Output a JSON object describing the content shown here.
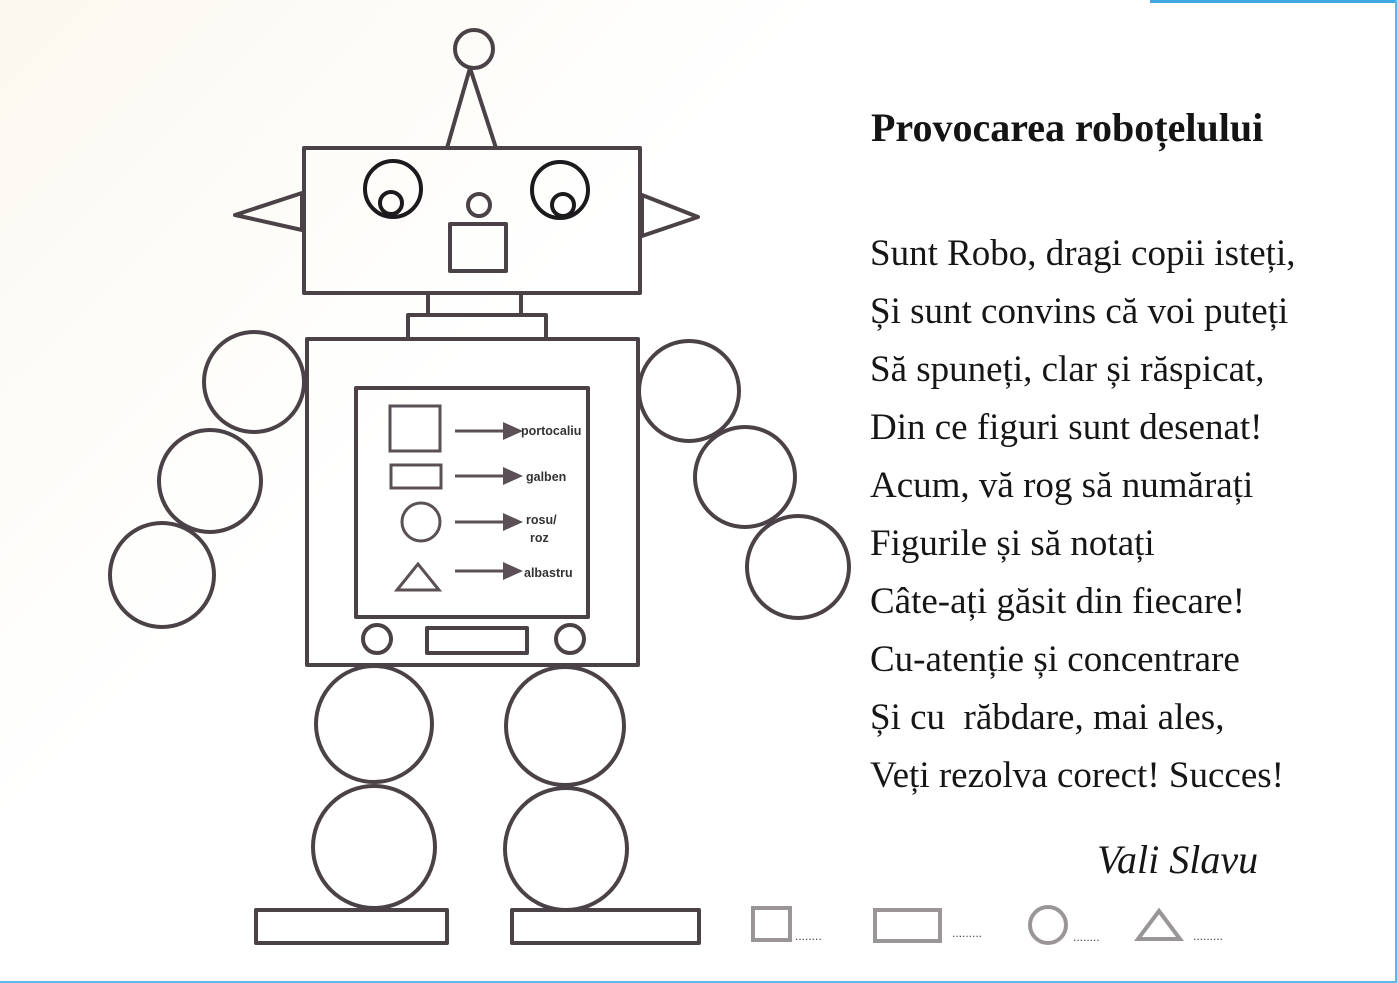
{
  "title": "Provocarea roboțelului",
  "poem": [
    "Sunt Robo, dragi copii isteți,",
    "Și sunt convins că voi puteți",
    "Să spuneți, clar și răspicat,",
    "Din ce figuri sunt desenat!",
    "Acum, vă rog să numărați",
    "Figurile și să notați",
    "Câte-ați găsit din fiecare!",
    "Cu-atenție și concentrare",
    "Și cu  răbdare, mai ales,",
    "Veți rezolva corect! Succes!"
  ],
  "signature": "Vali Slavu",
  "legend": [
    {
      "shape": "square",
      "label": "portocaliu"
    },
    {
      "shape": "rectangle",
      "label": "galben"
    },
    {
      "shape": "circle",
      "label_line1": "rosu/",
      "label_line2": "roz"
    },
    {
      "shape": "triangle",
      "label": "albastru"
    }
  ],
  "counters": [
    {
      "shape": "square",
      "blank": "........"
    },
    {
      "shape": "rectangle",
      "blank": "........."
    },
    {
      "shape": "circle",
      "blank": "........"
    },
    {
      "shape": "triangle",
      "blank": "........."
    }
  ],
  "colors": {
    "outline": "#4a4246",
    "text": "#161616",
    "counter_outline": "#9a9698",
    "page_edge": "#3fa7e3"
  }
}
